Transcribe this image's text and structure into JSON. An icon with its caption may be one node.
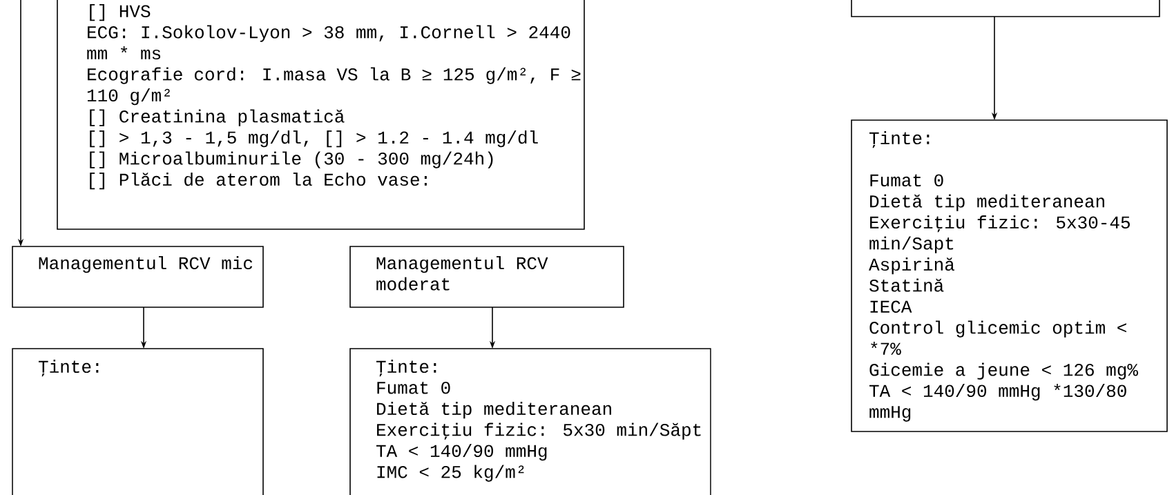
{
  "diagram": {
    "nodes": [
      {
        "text": [
          "[] HVS",
          "ECG: I.Sokolov-Lyon > 38 mm, I.Cornell > 2440 mm * ms",
          "Ecografie cord: I.masa VS la B ≥ 125 g/m², F ≥ 110 g/m²",
          "[] Creatinina plasmatică",
          "[] > 1,3 - 1,5 mg/dl, [] > 1.2 - 1.4 mg/dl",
          "[] Microalbuminurile (30 - 300 mg/24h)",
          "[] Plăci de aterom la Echo vase:"
        ]
      },
      {
        "text": [],
        "shape": "box"
      },
      {
        "text": [
          "Managementul RCV mic"
        ]
      },
      {
        "text": [
          "Managementul RCV moderat"
        ]
      },
      {
        "text": [
          "Ţinte:"
        ]
      },
      {
        "text": [
          "Ţinte:",
          "Fumat 0",
          "Dietă tip mediteranean",
          "Exerciţiu fizic: 5x30 min/Săpt",
          "TA < 140/90 mmHg",
          "IMC < 25 kg/m²"
        ]
      },
      {
        "text": [
          "Ţinte:",
          "Fumat 0",
          "Dietă tip mediteranean",
          "Exerciţiu fizic: 5x30-45 min/Sapt",
          "Aspirină",
          "Statină",
          "IECA",
          "Control glicemic optim < *7%",
          "Gicemie a jeune < 126 mg%",
          "TA < 140/90 mmHg *130/80 mmHg"
        ]
      }
    ],
    "edges": [
      {
        "from": null,
        "to": 2,
        "arrow": "to"
      },
      {
        "from": 2,
        "to": 4,
        "arrow": "to"
      },
      {
        "from": 3,
        "to": 5,
        "arrow": "to"
      },
      {
        "from": 1,
        "to": 6,
        "arrow": "to"
      }
    ]
  }
}
